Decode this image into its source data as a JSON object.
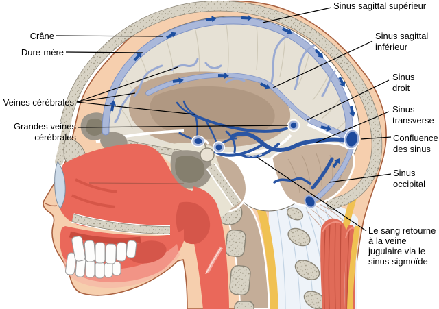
{
  "figure": {
    "language": "fr",
    "subject": "Coupe sagittale de la tête : sinus veineux cérébraux"
  },
  "labels": {
    "sinus_sagittal_superieur": {
      "text": "Sinus sagittal supérieur"
    },
    "crane": {
      "text": "Crâne"
    },
    "dure_mere": {
      "text": "Dure-mère"
    },
    "sinus_sagittal_inferieur": {
      "line1": "Sinus sagittal",
      "line2": "inférieur"
    },
    "sinus_droit": {
      "line1": "Sinus",
      "line2": "droit"
    },
    "veines_cerebrales": {
      "text": "Veines cérébrales"
    },
    "grandes_veines_cerebrales": {
      "line1": "Grandes veines",
      "line2": "cérébrales"
    },
    "sinus_transverse": {
      "line1": "Sinus",
      "line2": "transverse"
    },
    "confluence_des_sinus": {
      "line1": "Confluence",
      "line2": "des sinus"
    },
    "sinus_occipital": {
      "line1": "Sinus",
      "line2": "occipital"
    },
    "retour_sang": {
      "line1": "Le sang retourne",
      "line2": "à la veine",
      "line3": "jugulaire via le",
      "line4": "sinus sigmoïde"
    }
  },
  "colors": {
    "background": "#ffffff",
    "label_text": "#000000",
    "leader": "#000000",
    "skin": "#f6cfae",
    "skin_outline": "#a8603f",
    "bone": "#d8d3c5",
    "bone_speckle": "#9a937f",
    "bone_edge": "#8a8476",
    "brain": "#e6e1d5",
    "brain_streak": "#cfc9b8",
    "thalamus": "#c0a892",
    "thalamus_dark": "#b09882",
    "cerebellum": "#c9b29d",
    "brainstem": "#c4ad98",
    "sinus_light": "#aab8da",
    "sinus_edge": "#7e92c4",
    "vein_dark": "#2a55a3",
    "vein_deep": "#1d4a9c",
    "vein_squiggle": "#9aaad2",
    "arrow": "#1d4fa0",
    "cavity_red": "#ea685a",
    "soft_red": "#d5564a",
    "red_crease": "#8a4a3e",
    "teeth": "#fdfdfc",
    "teeth_edge": "#9a9a9a",
    "nasal_cartilage": "#ccdae8",
    "fat_yellow": "#f0c152",
    "ligament_bg": "#eef3f9",
    "ligament_line": "#c3d4e4",
    "muscle": "#e06b58",
    "muscle_line": "#bf4d3c",
    "muscle_light": "#f09181",
    "sinus_gray": "#9d968a",
    "sinus_gray_dark": "#857f6e"
  }
}
